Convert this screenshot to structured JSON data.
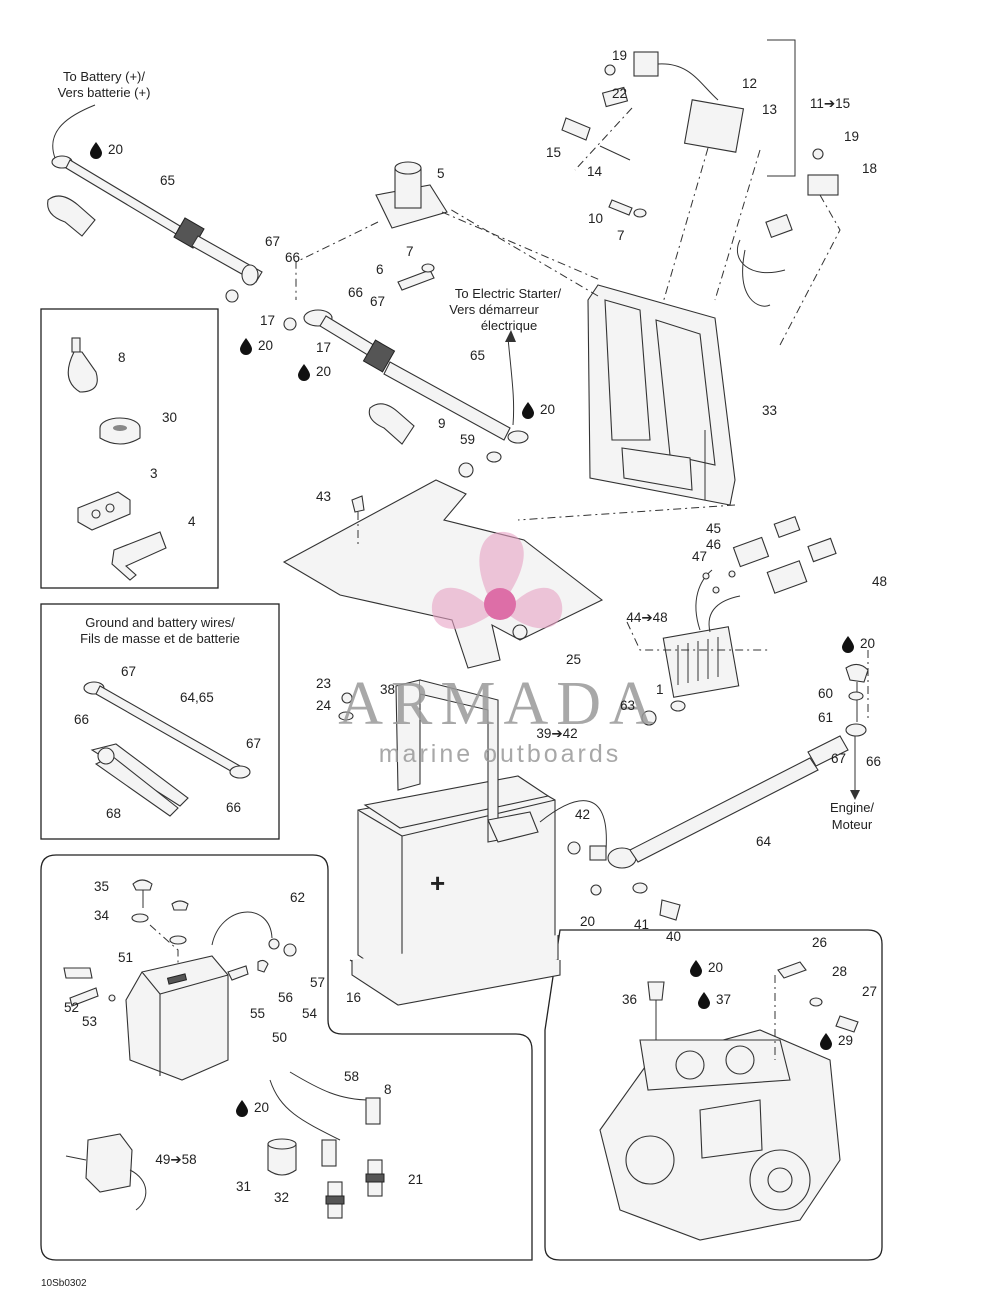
{
  "diagram": {
    "code": "10Sb0302",
    "captions": {
      "battery_pos_line1": "To Battery (+)/",
      "battery_pos_line2": "Vers batterie (+)",
      "starter_line1": "To Electric Starter/",
      "starter_line2": "Vers démarreur",
      "starter_line3": "électrique",
      "engine_line1": "Engine/",
      "engine_line2": "Moteur",
      "ground_line1": "Ground and battery wires/",
      "ground_line2": "Fils de masse et de batterie"
    },
    "ranges": {
      "r11_15": "11➔15",
      "r44_48": "44➔48",
      "r39_42": "39➔42",
      "r49_58": "49➔58"
    },
    "callouts": [
      "1",
      "3",
      "4",
      "5",
      "6",
      "7",
      "8",
      "9",
      "10",
      "12",
      "13",
      "14",
      "15",
      "16",
      "17",
      "18",
      "19",
      "20",
      "21",
      "22",
      "23",
      "24",
      "25",
      "26",
      "27",
      "28",
      "29",
      "30",
      "31",
      "32",
      "33",
      "34",
      "35",
      "36",
      "37",
      "38",
      "40",
      "41",
      "42",
      "43",
      "45",
      "46",
      "47",
      "48",
      "50",
      "51",
      "52",
      "53",
      "54",
      "55",
      "56",
      "57",
      "58",
      "59",
      "60",
      "61",
      "62",
      "63",
      "64",
      "65",
      "66",
      "67",
      "68"
    ]
  },
  "watermark": {
    "brand": "ARMADA",
    "tagline": "marine outboards",
    "color": "#e8a3c4"
  }
}
